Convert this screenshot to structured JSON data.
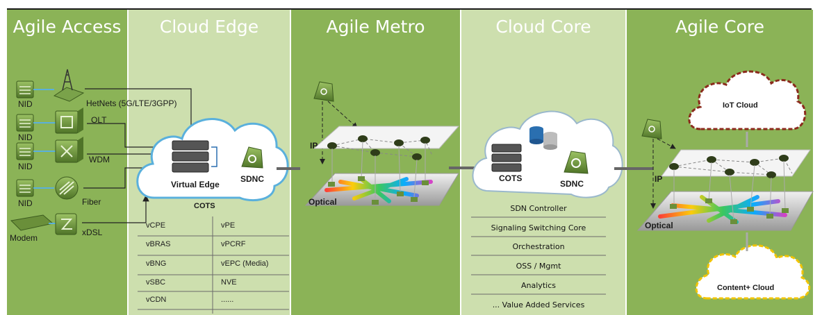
{
  "columns": [
    {
      "title": "Agile Access",
      "color": "#8bb357"
    },
    {
      "title": "Cloud Edge",
      "color": "#cddfae"
    },
    {
      "title": "Agile Metro",
      "color": "#8bb357"
    },
    {
      "title": "Cloud Core",
      "color": "#cddfae"
    },
    {
      "title": "Agile Core",
      "color": "#8bb357"
    }
  ],
  "access": {
    "nid_label": "NID",
    "modem_label": "Modem",
    "hetnets": "HetNets (5G/LTE/3GPP)",
    "olt": "OLT",
    "wdm": "WDM",
    "fiber": "Fiber",
    "xdsl": "xDSL"
  },
  "edge": {
    "virtual_edge": "Virtual Edge",
    "sdnc": "SDNC",
    "cots": "COTS",
    "vnf_table": [
      [
        "vCPE",
        "vPE"
      ],
      [
        "vBRAS",
        "vPCRF"
      ],
      [
        "vBNG",
        "vEPC (Media)"
      ],
      [
        "vSBC",
        "NVE"
      ],
      [
        "vCDN",
        "......"
      ]
    ]
  },
  "metro": {
    "ip": "IP",
    "optical": "Optical"
  },
  "core": {
    "cots": "COTS",
    "sdnc": "SDNC",
    "stack": [
      "SDN Controller",
      "Signaling Switching Core",
      "Orchestration",
      "OSS / Mgmt",
      "Analytics",
      "... Value Added Services"
    ]
  },
  "agile_core": {
    "iot_cloud": "IoT Cloud",
    "content_cloud": "Content+ Cloud",
    "ip": "IP",
    "optical": "Optical"
  },
  "colors": {
    "cloud_outline": "#5ab0dc",
    "iot_outline": "#8b2a1c",
    "content_outline": "#f2c400",
    "device": "#6a8f3a"
  }
}
